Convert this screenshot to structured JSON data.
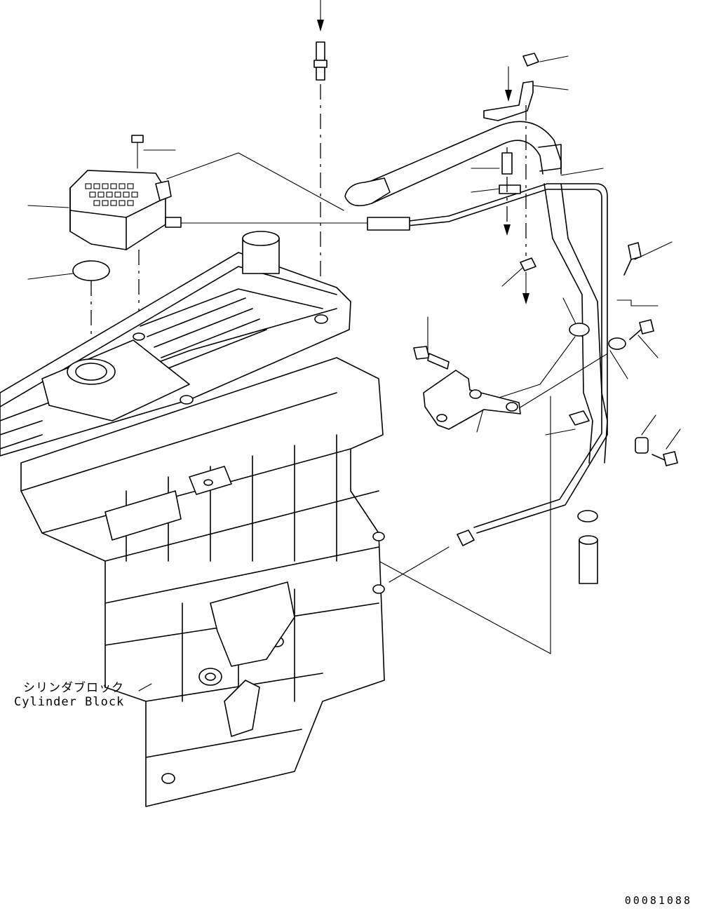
{
  "labels": {
    "block_jp": "シリンダブロック",
    "block_en": "Cylinder Block"
  },
  "figure_id": "00081088"
}
